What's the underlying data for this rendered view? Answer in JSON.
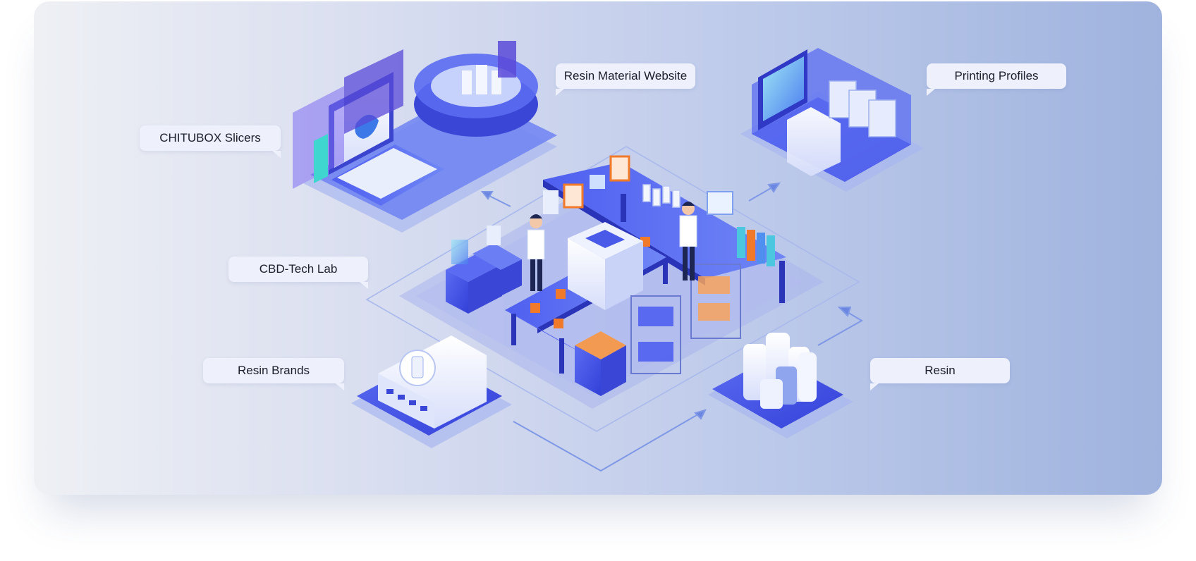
{
  "labels": {
    "resin_material_website": "Resin Material Website",
    "printing_profiles": "Printing Profiles",
    "chitubox_slicers": "CHITUBOX Slicers",
    "cbd_tech_lab": "CBD-Tech Lab",
    "resin_brands": "Resin Brands",
    "resin": "Resin"
  },
  "colors": {
    "primary_blue": "#3b4de8",
    "light_blue": "#8fa6ee",
    "accent_orange": "#f07a2a",
    "bubble_bg": "#eef1fb"
  }
}
